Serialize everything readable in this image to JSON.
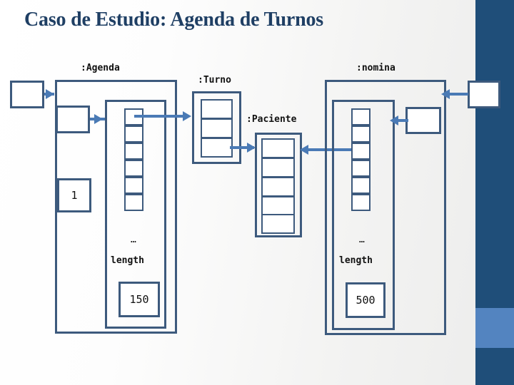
{
  "slide": {
    "title": "Caso de Estudio: Agenda de Turnos",
    "title_color": "#1f3f64",
    "accent_dark": "#1f4e79",
    "accent_light": "#5384c0",
    "stroke_color": "#3d5a7d",
    "connector_color": "#4a7ab5"
  },
  "objects": {
    "agenda": {
      "label": ":Agenda",
      "index_value": "1",
      "ellipsis": "…",
      "length_label": "length",
      "length_value": "150",
      "array_cells": 6
    },
    "turno": {
      "label": ":Turno",
      "cells": 3
    },
    "paciente": {
      "label": ":Paciente",
      "cells": 5
    },
    "nomina": {
      "label": ":nomina",
      "ellipsis": "…",
      "length_label": "length",
      "length_value": "500",
      "array_cells": 6
    }
  }
}
